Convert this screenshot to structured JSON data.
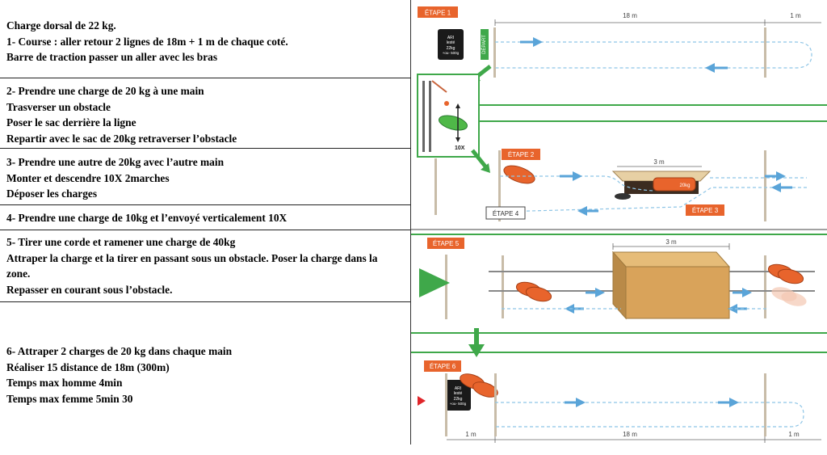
{
  "instructions": [
    {
      "id": "s1",
      "lines": [
        "Charge dorsal de 22 kg.",
        "1- Course : aller retour 2  lignes de 18m + 1 m de chaque coté.",
        "Barre de traction passer un aller avec les bras"
      ]
    },
    {
      "id": "s2",
      "lines": [
        "2- Prendre une charge de 20 kg à une main",
        "Trasverser un obstacle",
        "Poser le sac derrière la ligne",
        "Repartir avec le sac de 20kg retraverser l’obstacle"
      ]
    },
    {
      "id": "s3",
      "lines": [
        "3- Prendre une autre de 20kg avec l’autre main",
        "Monter et descendre 10X 2marches",
        "Déposer les charges"
      ]
    },
    {
      "id": "s4",
      "lines": [
        "4- Prendre une charge de 10kg et l’envoyé verticalement 10X"
      ]
    },
    {
      "id": "s5",
      "lines": [
        "5- Tirer une corde et ramener une charge de 40kg",
        "Attraper la charge et la tirer en passant sous un obstacle. Poser la charge dans la zone.",
        "Repasser en courant sous l’obstacle."
      ]
    },
    {
      "id": "s6",
      "lines": [
        "6- Attraper 2 charges de 20 kg dans chaque main",
        "Réaliser 15 distance de 18m (300m)",
        "Temps max homme 4min",
        "Temps max femme 5min 30"
      ]
    }
  ],
  "diagram": {
    "etape1": "ÉTAPE 1",
    "etape2": "ÉTAPE 2",
    "etape3": "ÉTAPE 3",
    "etape4": "ÉTAPE 4",
    "etape5": "ÉTAPE 5",
    "etape6": "ÉTAPE 6",
    "dist_18m": "18 m",
    "dist_1m": "1 m",
    "dist_3m": "3 m",
    "depart": "DÉPART",
    "reps_10x": "10X",
    "bag_label_1": "ARI",
    "bag_label_2": "lesté",
    "bag_label_3": "22kg",
    "bag_label_4": "+ou- 500g",
    "weight_20kg": "20kg",
    "colors": {
      "orange": "#e8642c",
      "green": "#3fa84a",
      "post": "#c8bca8",
      "arrow": "#5aa4d8",
      "dash": "#8ec5e6",
      "obstacle": "#d9a35a"
    }
  }
}
